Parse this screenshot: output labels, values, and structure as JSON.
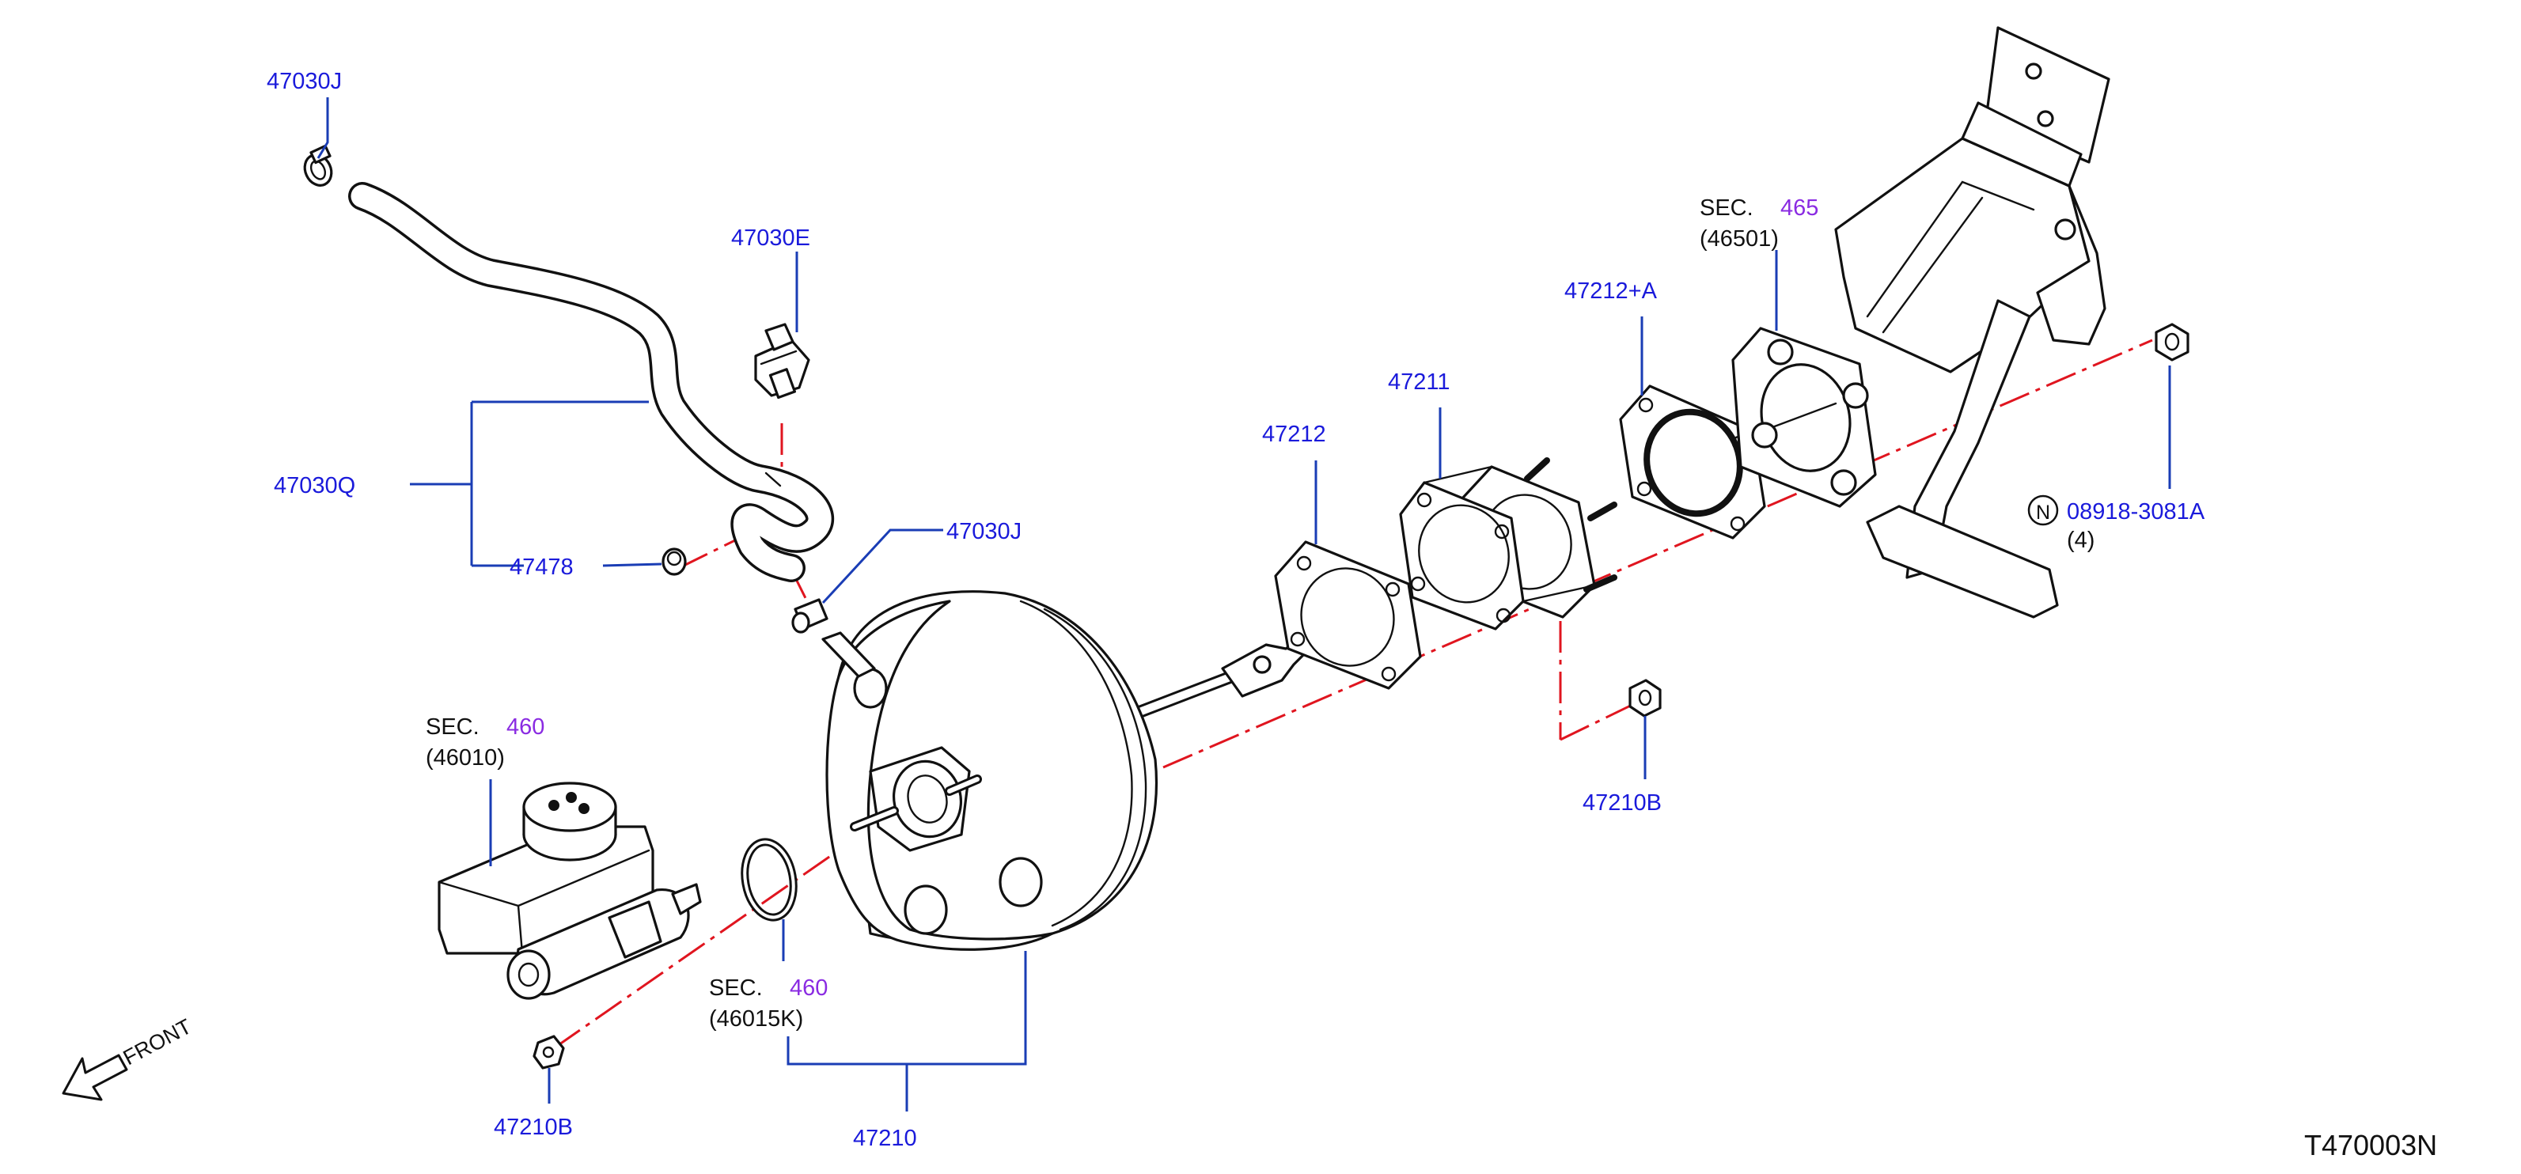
{
  "diagram": {
    "callouts": {
      "hose_clamp_top": "47030J",
      "vacuum_valve": "47030E",
      "vacuum_hose": "47030Q",
      "hose_clamp_lower": "47030J",
      "vacuum_plug": "47478",
      "gasket_front": "47212",
      "spacer": "47211",
      "gasket_rear": "47212+A",
      "booster_assembly": "47210",
      "nut_bottom": "47210B",
      "nut_center": "47210B",
      "pedal_nut": "08918-3081A",
      "pedal_nut_qty": "(4)",
      "pedal_nut_symbol": "N"
    },
    "sections": {
      "pedal": {
        "prefix": "SEC.",
        "number": "465",
        "code": "(46501)"
      },
      "master_cylinder": {
        "prefix": "SEC.",
        "number": "460",
        "code": "(46010)"
      },
      "o_ring": {
        "prefix": "SEC.",
        "number": "460",
        "code": "(46015K)"
      }
    },
    "front_label": "FRONT",
    "drawing_ref": "T470003N"
  }
}
